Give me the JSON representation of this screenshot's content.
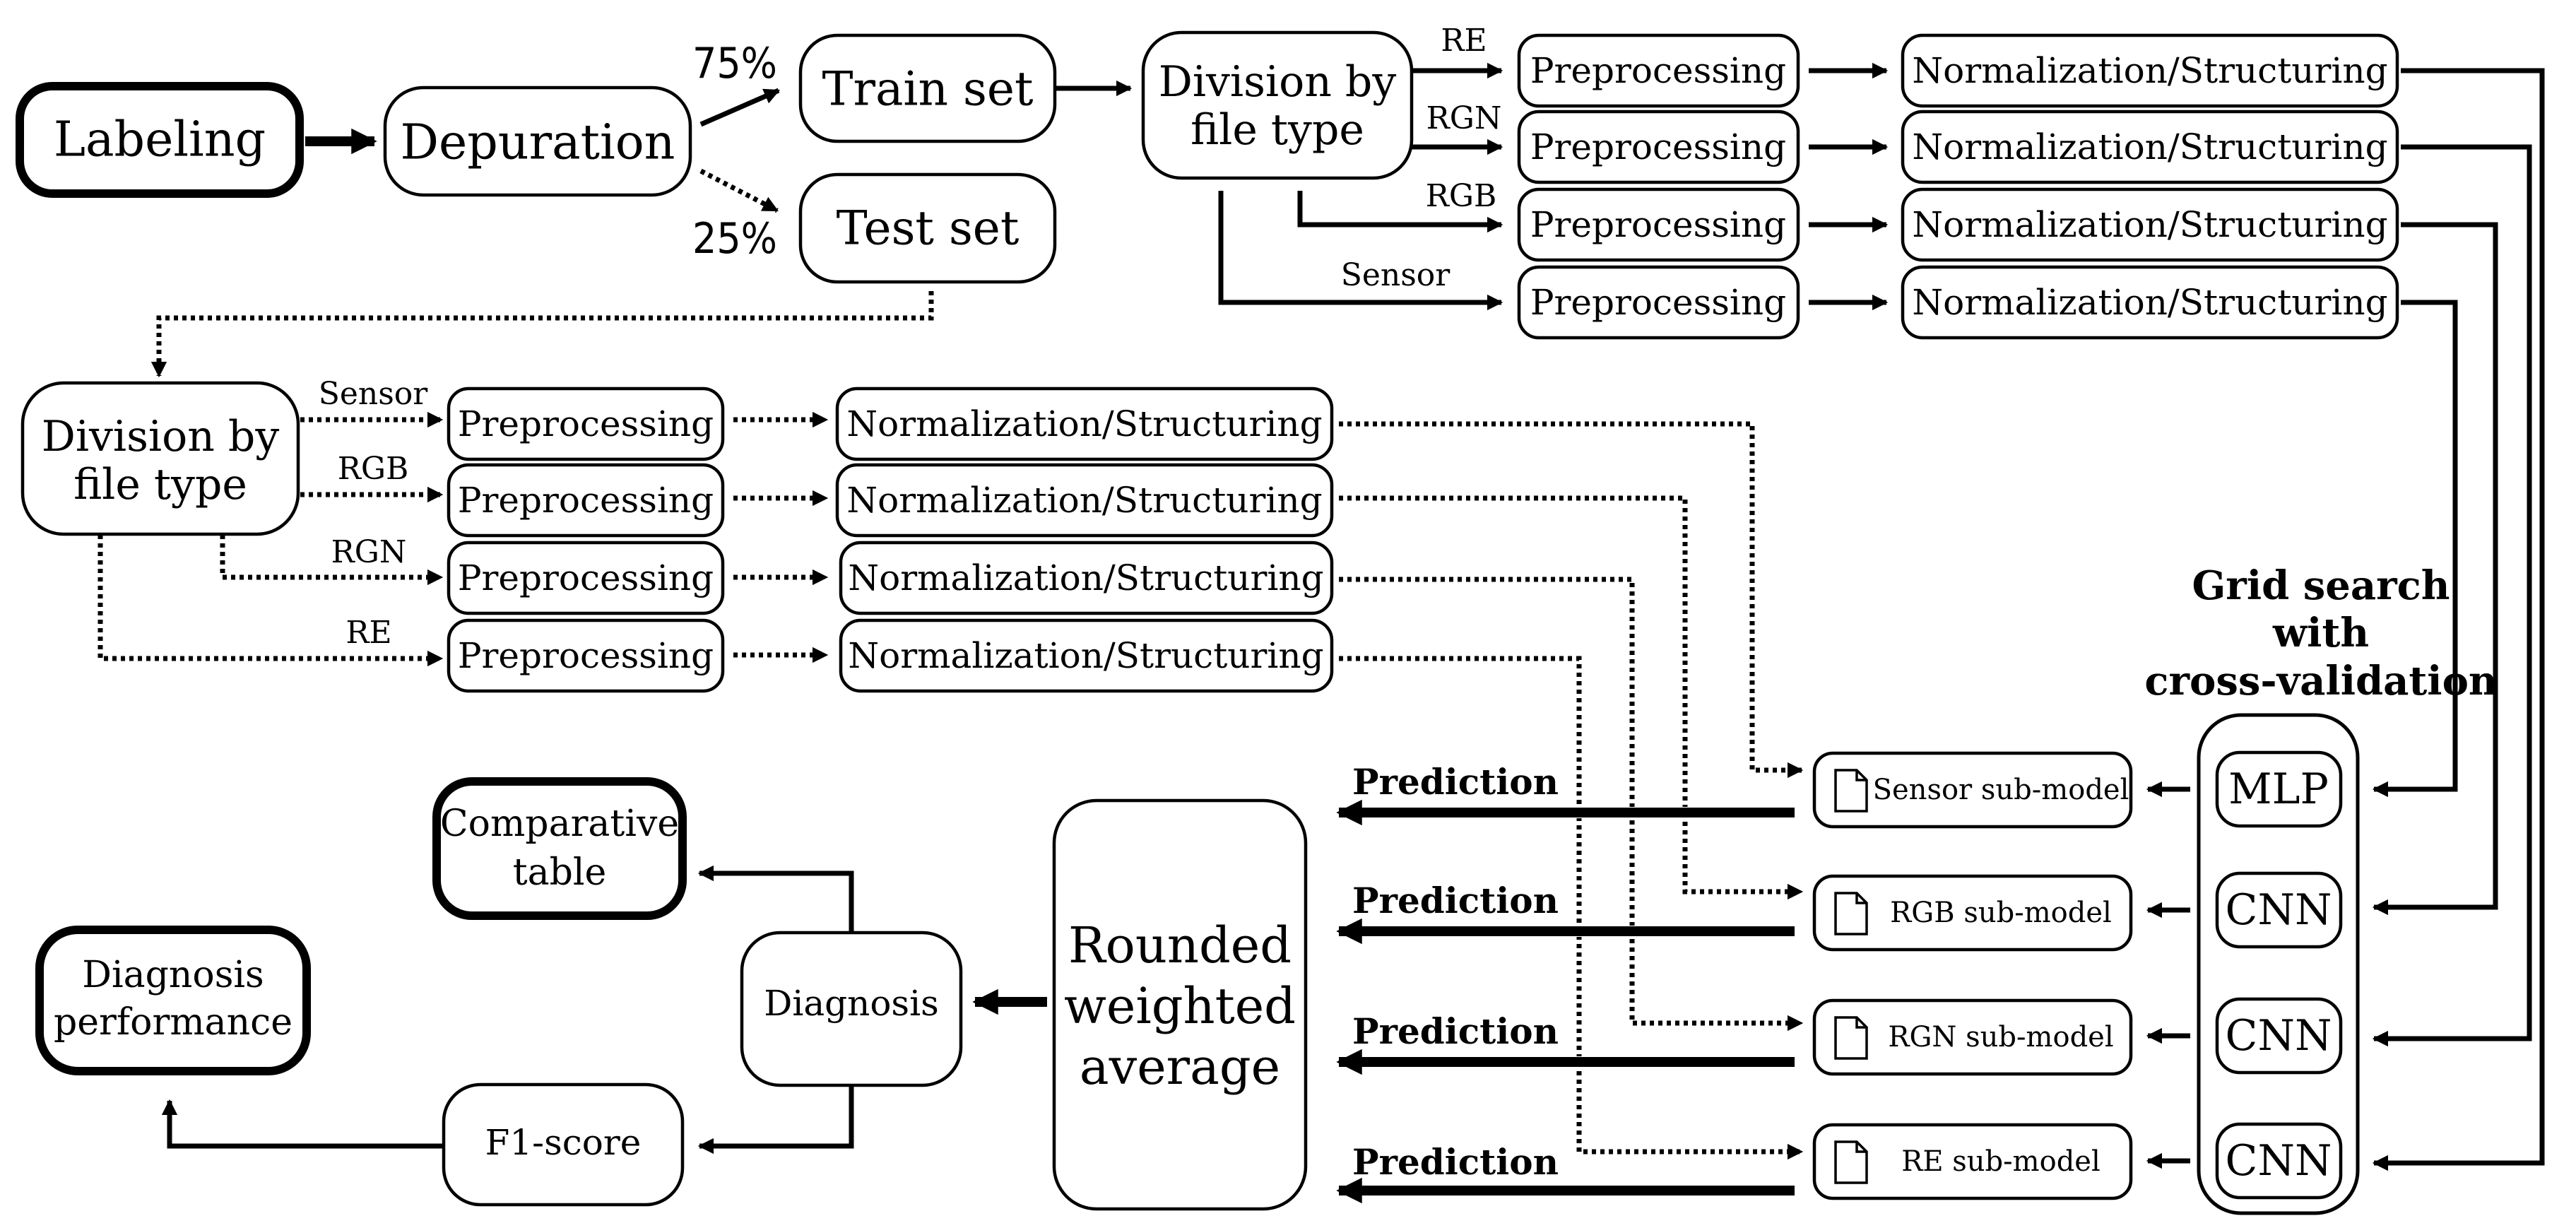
{
  "pipeline": {
    "labeling": "Labeling",
    "depuration": "Depuration",
    "split_train_pct": "75%",
    "split_test_pct": "25%",
    "train_set": "Train set",
    "test_set": "Test set"
  },
  "train_branch": {
    "division_line1": "Division by",
    "division_line2": "file type",
    "rows": [
      {
        "type": "RE",
        "preprocessing": "Preprocessing",
        "normalization": "Normalization/Structuring"
      },
      {
        "type": "RGN",
        "preprocessing": "Preprocessing",
        "normalization": "Normalization/Structuring"
      },
      {
        "type": "RGB",
        "preprocessing": "Preprocessing",
        "normalization": "Normalization/Structuring"
      },
      {
        "type": "Sensor",
        "preprocessing": "Preprocessing",
        "normalization": "Normalization/Structuring"
      }
    ]
  },
  "test_branch": {
    "division_line1": "Division by",
    "division_line2": "file type",
    "rows": [
      {
        "type": "Sensor",
        "preprocessing": "Preprocessing",
        "normalization": "Normalization/Structuring"
      },
      {
        "type": "RGB",
        "preprocessing": "Preprocessing",
        "normalization": "Normalization/Structuring"
      },
      {
        "type": "RGN",
        "preprocessing": "Preprocessing",
        "normalization": "Normalization/Structuring"
      },
      {
        "type": "RE",
        "preprocessing": "Preprocessing",
        "normalization": "Normalization/Structuring"
      }
    ]
  },
  "grid_search": {
    "title_line1": "Grid search",
    "title_line2": "with",
    "title_line3": "cross-validation",
    "models": [
      "MLP",
      "CNN",
      "CNN",
      "CNN"
    ]
  },
  "submodels": [
    "Sensor sub-model",
    "RGB sub-model",
    "RGN sub-model",
    "RE sub-model"
  ],
  "prediction_label": "Prediction",
  "ensemble": {
    "line1": "Rounded",
    "line2": "weighted",
    "line3": "average"
  },
  "diagnosis": "Diagnosis",
  "f1_score": "F1-score",
  "comparative_table": {
    "line1": "Comparative",
    "line2": "table"
  },
  "diagnosis_performance": {
    "line1": "Diagnosis",
    "line2": "performance"
  }
}
